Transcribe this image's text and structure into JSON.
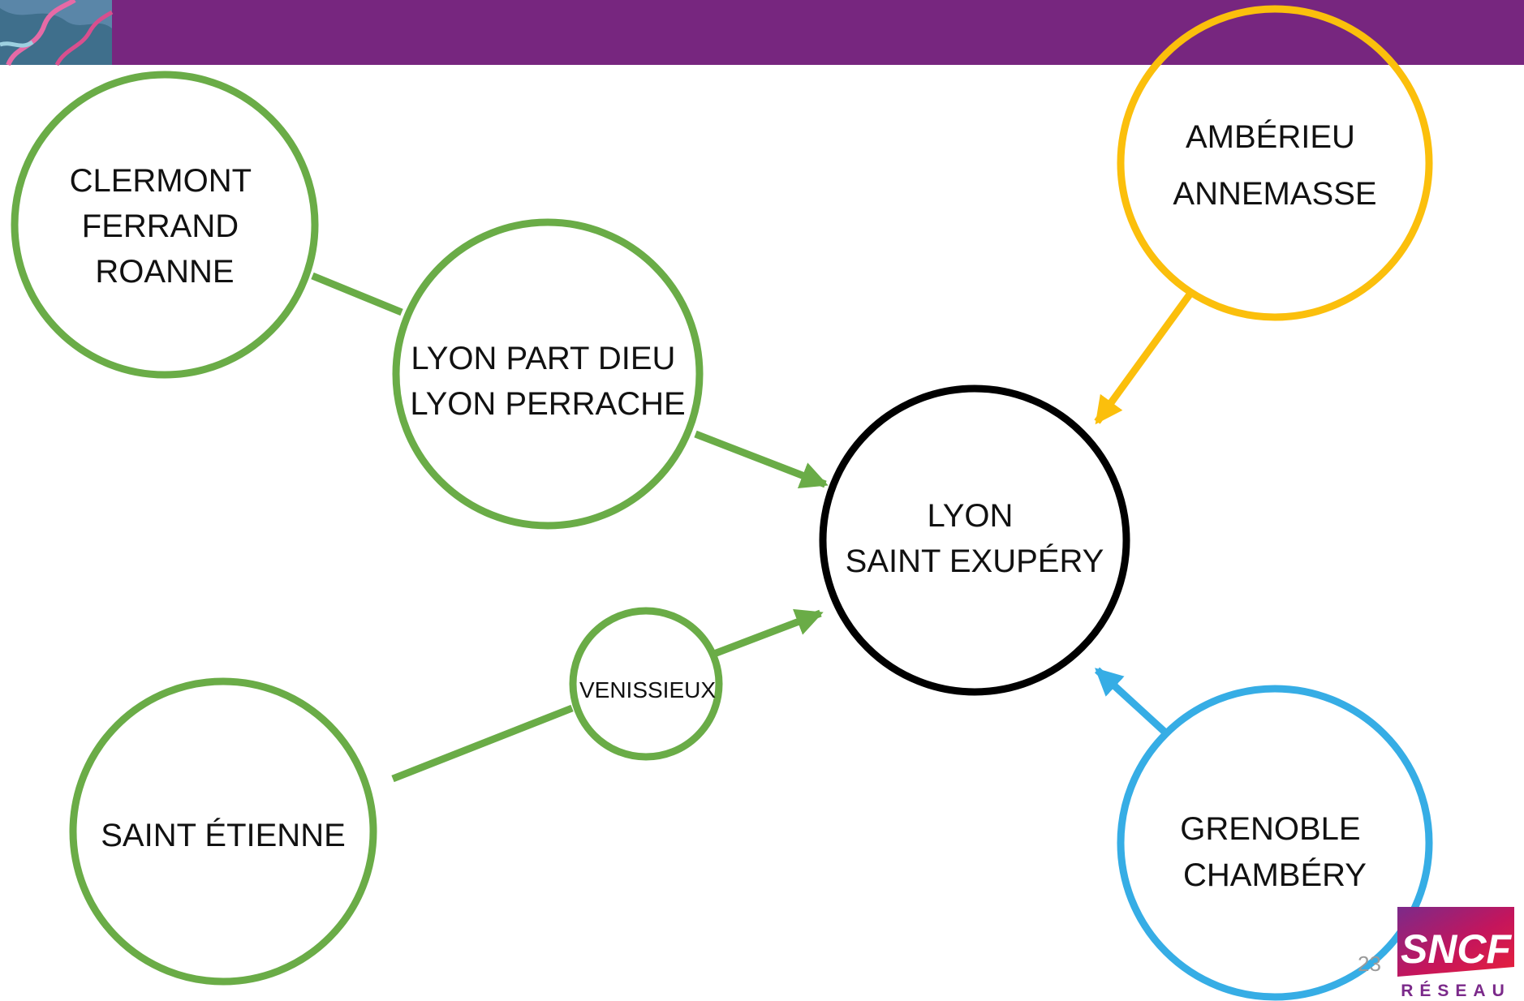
{
  "colors": {
    "header_bar": "#77267f",
    "green": "#6aac47",
    "yellow": "#fbbf0c",
    "blue": "#36ade5",
    "hub": "#000000"
  },
  "nodes": {
    "clermont": {
      "lines": [
        "CLERMONT",
        "FERRAND",
        "ROANNE"
      ]
    },
    "lyon_city": {
      "lines": [
        "LYON PART DIEU",
        "LYON PERRACHE"
      ]
    },
    "hub": {
      "lines": [
        "LYON",
        "SAINT EXUPÉRY"
      ]
    },
    "amberieu": {
      "lines": [
        "AMBÉRIEU",
        "ANNEMASSE"
      ]
    },
    "venissieux": {
      "lines": [
        "VENISSIEUX"
      ]
    },
    "saint_etienne": {
      "lines": [
        "SAINT ÉTIENNE"
      ]
    },
    "grenoble": {
      "lines": [
        "GRENOBLE",
        "CHAMBÉRY"
      ]
    }
  },
  "page_number": "23",
  "logo": {
    "wordmark": "SNCF",
    "subtitle": "RÉSEAU"
  }
}
